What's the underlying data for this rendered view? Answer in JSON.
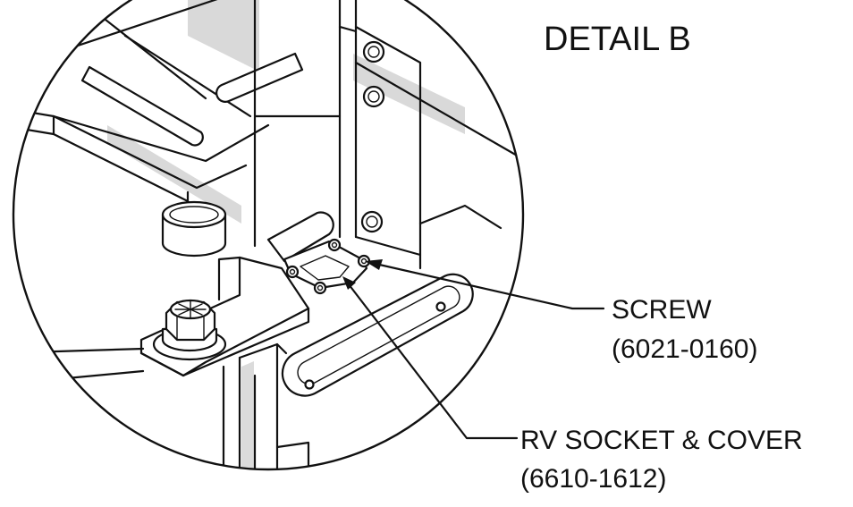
{
  "detail": {
    "title": "DETAIL B"
  },
  "callouts": [
    {
      "name": "SCREW",
      "part_number": "(6021-0160)"
    },
    {
      "name": "RV SOCKET & COVER",
      "part_number": "(6610-1612)"
    }
  ],
  "colors": {
    "ink": "#111111",
    "background": "#ffffff",
    "shade": "#d9d9d9"
  }
}
